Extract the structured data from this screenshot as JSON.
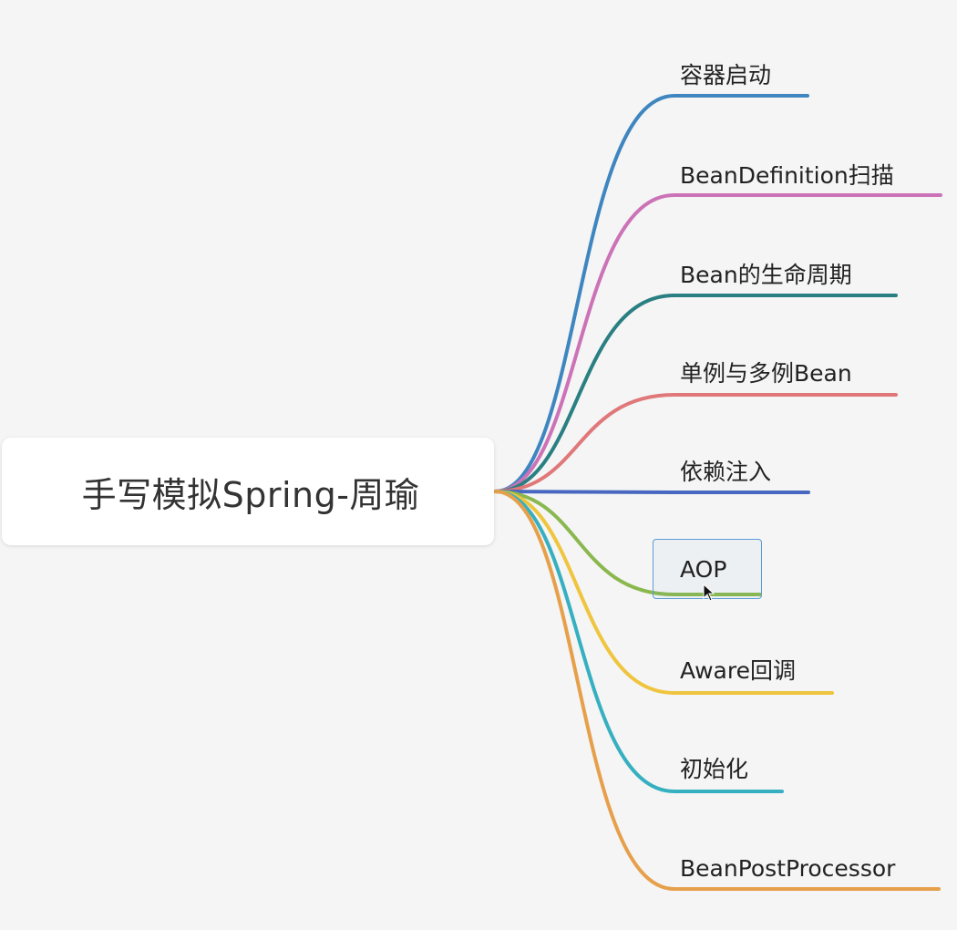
{
  "root": {
    "label": "手写模拟Spring-周瑜"
  },
  "branches": [
    {
      "label": "容器启动",
      "color": "#3f86c0"
    },
    {
      "label": "BeanDefinition扫描",
      "color": "#cc73b8"
    },
    {
      "label": "Bean的生命周期",
      "color": "#2a7f82"
    },
    {
      "label": "单例与多例Bean",
      "color": "#e0787a"
    },
    {
      "label": "依赖注入",
      "color": "#4767c0"
    },
    {
      "label": "AOP",
      "color": "#8ab84f",
      "selected": true
    },
    {
      "label": "Aware回调",
      "color": "#efc53f"
    },
    {
      "label": "初始化",
      "color": "#36b0c0"
    },
    {
      "label": "BeanPostProcessor",
      "color": "#e6a04c"
    }
  ]
}
